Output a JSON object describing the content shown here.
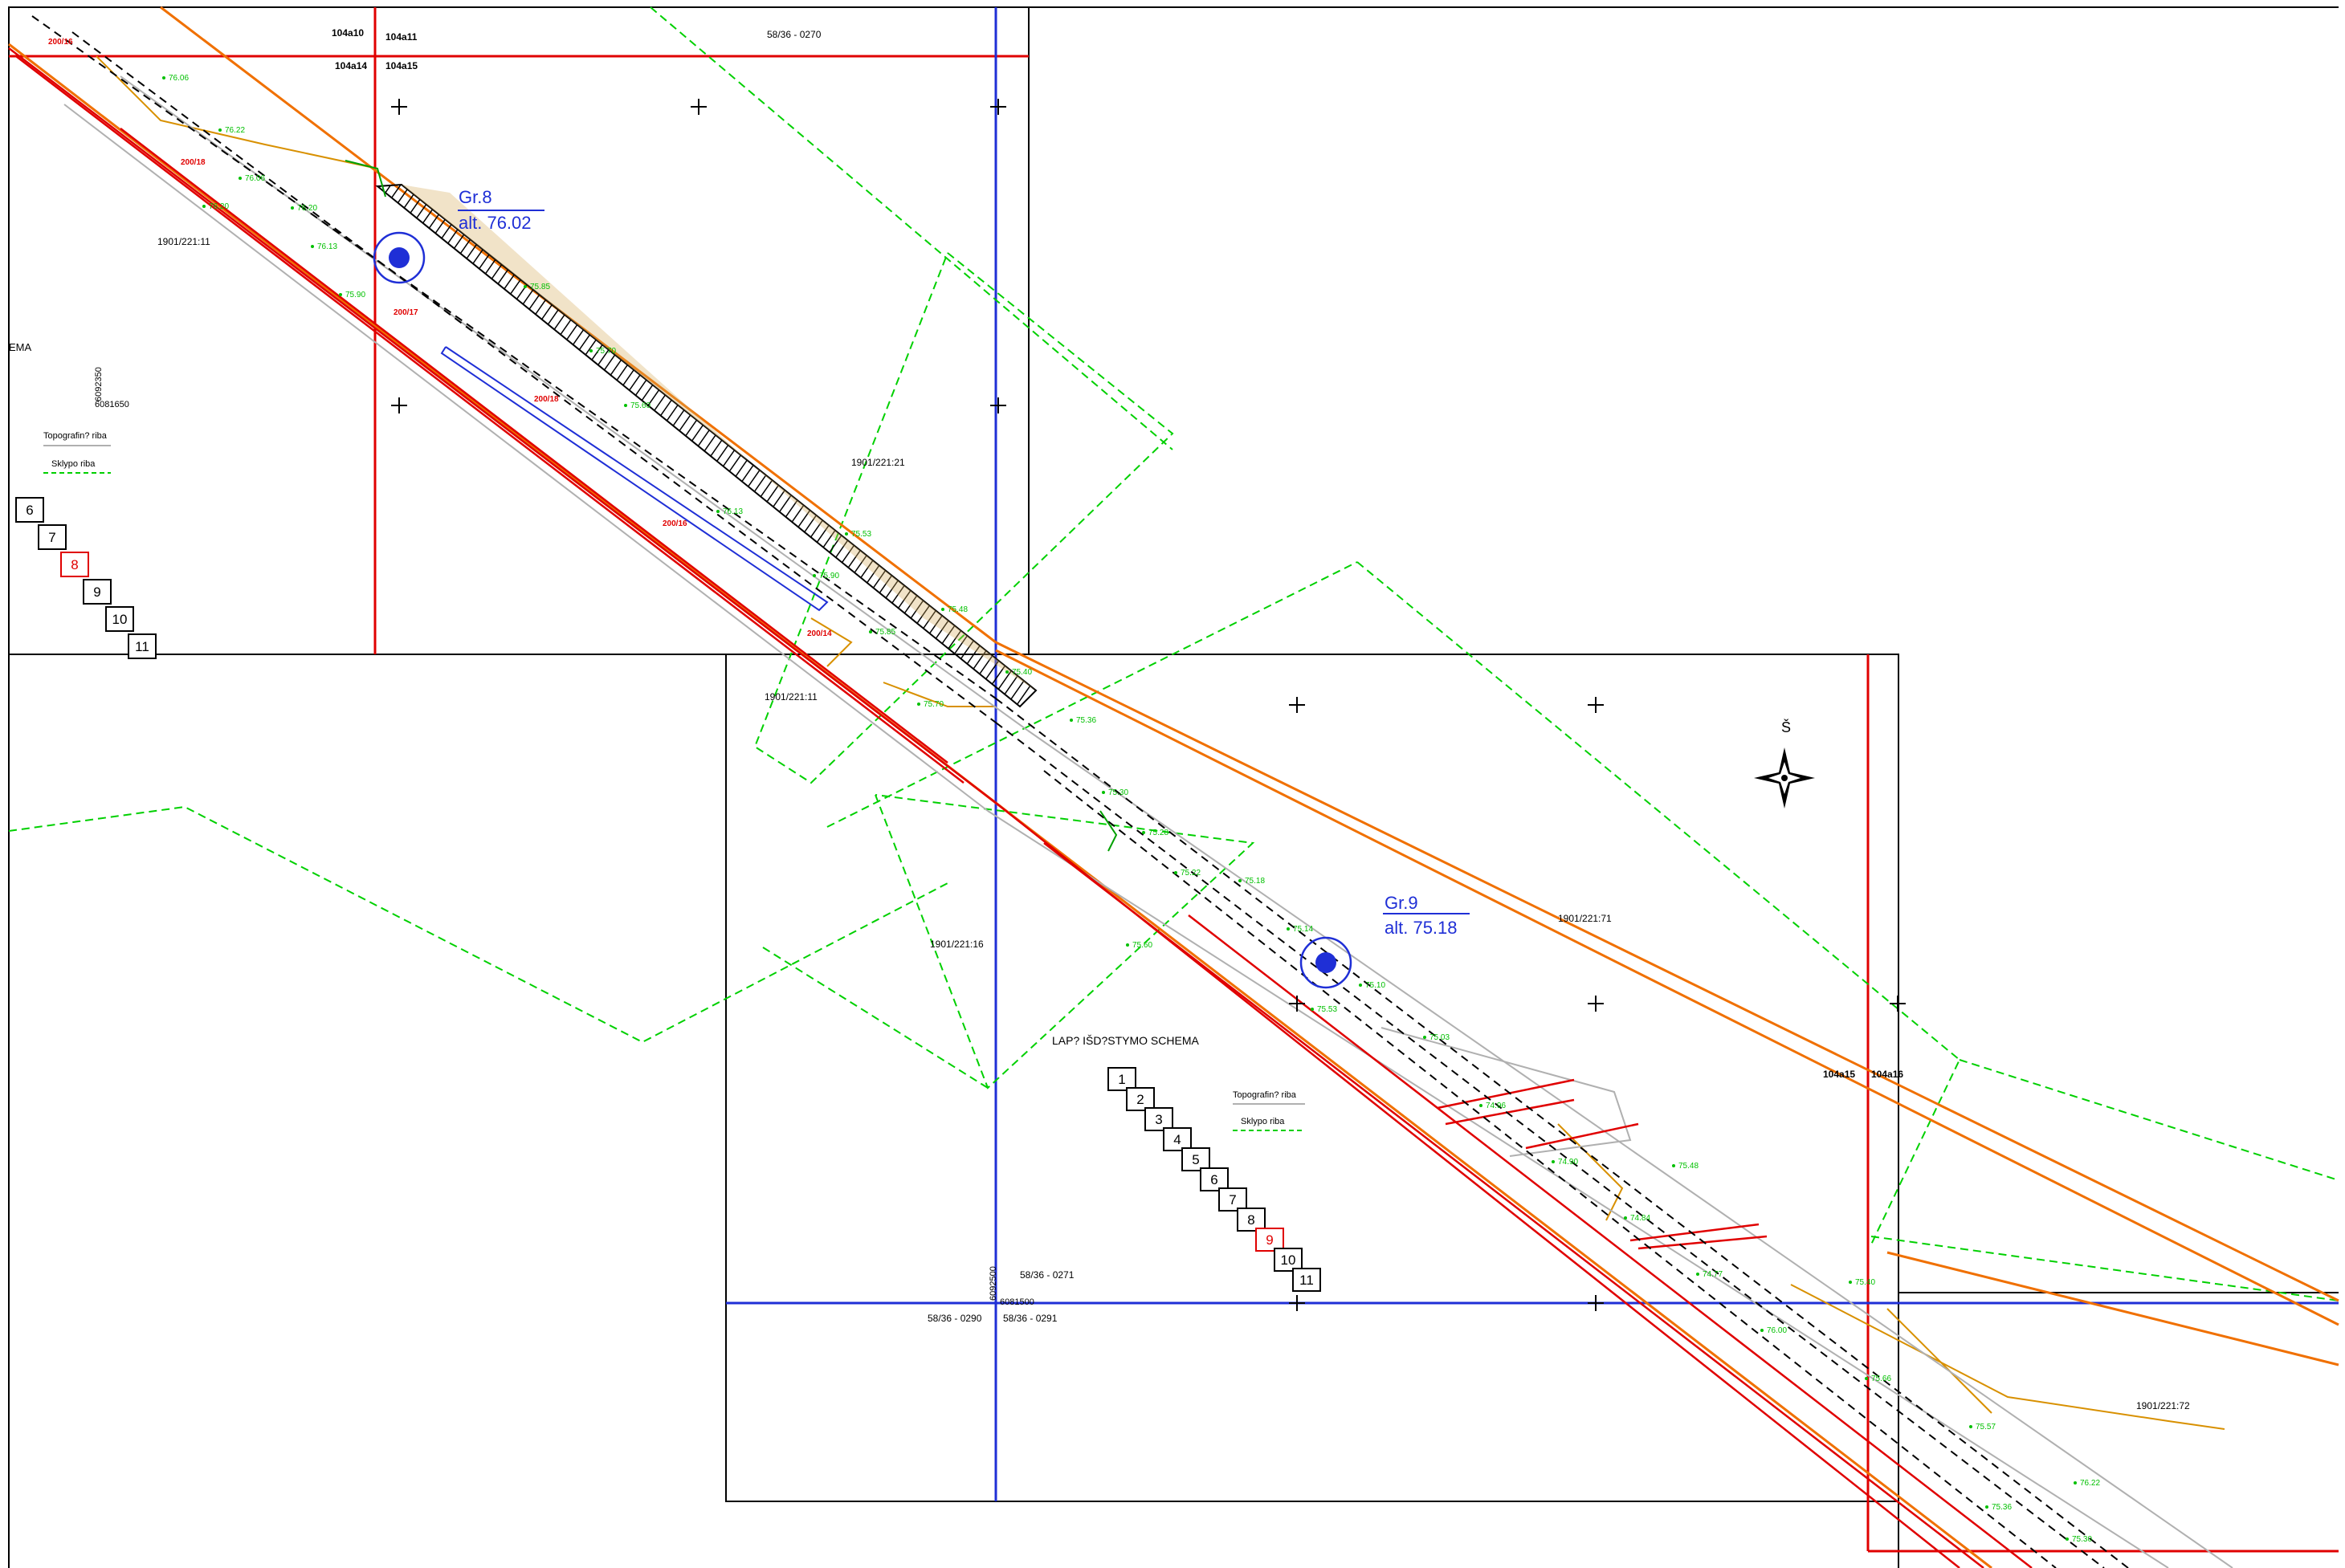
{
  "map": {
    "north_label": "Š",
    "schema_title": "LAP? IŠD?STYMO SCHEMA",
    "sheet_codes": [
      "104a10",
      "104a11",
      "104a14",
      "104a15",
      "104a15",
      "104a16"
    ],
    "grid_refs": [
      "58/36 - 0270",
      "58/36 - 0271",
      "58/36 - 0290",
      "58/36 - 0291"
    ],
    "coords": [
      "6092350",
      "6081650",
      "6092500",
      "6081500"
    ],
    "parcels": [
      "1901/221:11",
      "1901/221:21",
      "1901/221:11",
      "1901/221:16",
      "1901/221:71",
      "1901/221:72"
    ],
    "legend": {
      "left": {
        "title": "EMA",
        "topo": "Topografin? riba",
        "parcel": "Sklypo riba"
      },
      "center": {
        "topo": "Topografin? riba",
        "parcel": "Sklypo riba"
      }
    },
    "boreholes": [
      {
        "name": "Gr.8",
        "alt": "alt. 76.02"
      },
      {
        "name": "Gr.9",
        "alt": "alt. 75.18"
      }
    ],
    "sheet_index_left": [
      "6",
      "7",
      "8",
      "9",
      "10",
      "11"
    ],
    "sheet_index_left_highlight": "8",
    "sheet_index_center": [
      "1",
      "2",
      "3",
      "4",
      "5",
      "6",
      "7",
      "8",
      "9",
      "10",
      "11"
    ],
    "sheet_index_center_highlight": "9",
    "elevations": [
      "76.22",
      "76.06",
      "76.20",
      "76.13",
      "75.90",
      "75.85",
      "75.70",
      "75.60",
      "75.53",
      "75.48",
      "75.40",
      "75.36",
      "75.30",
      "75.28",
      "75.22",
      "75.18",
      "75.14",
      "75.10",
      "75.03",
      "74.96",
      "74.90",
      "74.84",
      "74.77",
      "76.00",
      "75.66",
      "75.57"
    ],
    "pipe_labels": [
      "200/16",
      "200/18",
      "200/17",
      "200/18",
      "200/16",
      "200/14"
    ],
    "colors": {
      "orange": "#f07000",
      "red": "#e00000",
      "blue": "#1f2fd6",
      "green": "#00d000",
      "dark_orange": "#d89000",
      "gray": "#b8b8b8"
    }
  }
}
